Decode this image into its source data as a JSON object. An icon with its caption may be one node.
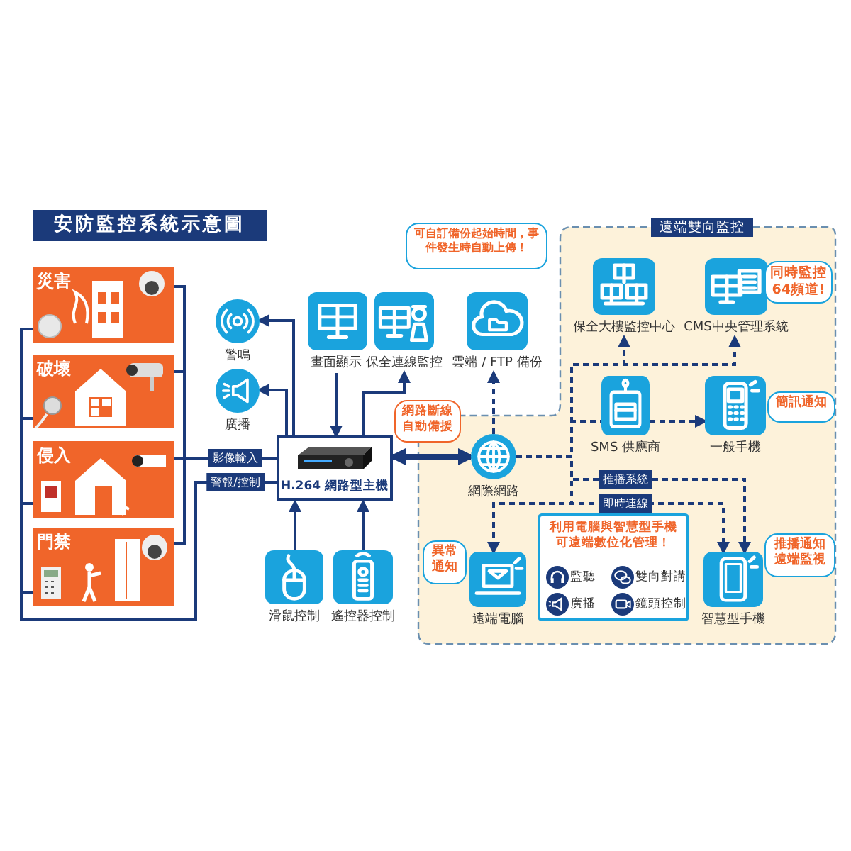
{
  "diagram": {
    "title": "安防監控系統示意圖",
    "nodes": [
      {
        "text": [
          "災害"
        ]
      },
      {
        "text": [
          "破壞"
        ]
      },
      {
        "text": [
          "侵入"
        ]
      },
      {
        "text": [
          "門禁"
        ]
      },
      {
        "text": [
          "警鳴"
        ]
      },
      {
        "text": [
          "廣播"
        ]
      },
      {
        "text": [
          "H.264 網路型主機"
        ]
      },
      {
        "text": [
          "畫面顯示"
        ]
      },
      {
        "text": [
          "保全連線監控"
        ]
      },
      {
        "text": [
          "可自訂備份起始時間，事件發生時自動上傳！"
        ]
      },
      {
        "text": [
          "雲端 / FTP 備份"
        ]
      },
      {
        "text": [
          "網路斷線自動備援"
        ]
      },
      {
        "text": [
          "遠端雙向監控"
        ]
      },
      {
        "text": [
          "網際網路"
        ],
        "in": 12
      },
      {
        "text": [
          "保全大樓監控中心"
        ],
        "in": 12
      },
      {
        "text": [
          "CMS中央管理系統"
        ],
        "in": 12
      },
      {
        "text": [
          "同時監控64頻道!"
        ],
        "in": 12
      },
      {
        "text": [
          "SMS 供應商"
        ],
        "in": 12
      },
      {
        "text": [
          "一般手機"
        ],
        "in": 12
      },
      {
        "text": [
          "簡訊通知"
        ],
        "in": 12
      },
      {
        "text": [
          "異常通知"
        ],
        "in": 12
      },
      {
        "text": [
          "遠端電腦"
        ],
        "in": 12
      },
      {
        "text": [
          "利用電腦與智慧型手機可遠端數位化管理！",
          "監聽",
          "雙向對講",
          "廣播",
          "鏡頭控制"
        ],
        "in": 12
      },
      {
        "text": [
          "智慧型手機"
        ],
        "in": 12
      },
      {
        "text": [
          "推播通知遠端監視"
        ],
        "in": 12
      },
      {
        "text": [
          "滑鼠控制"
        ]
      },
      {
        "text": [
          "遙控器控制"
        ]
      }
    ],
    "edges": [
      {
        "from": 0,
        "to": 6,
        "arrow": "none"
      },
      {
        "from": 1,
        "to": 6,
        "arrow": "none"
      },
      {
        "from": 2,
        "to": 6,
        "arrow": "none",
        "label": "影像輸入"
      },
      {
        "from": 3,
        "to": 6,
        "arrow": "none"
      },
      {
        "from": 0,
        "to": 6,
        "arrow": "none"
      },
      {
        "from": 1,
        "to": 6,
        "arrow": "none"
      },
      {
        "from": 2,
        "to": 6,
        "arrow": "none"
      },
      {
        "from": 3,
        "to": 6,
        "arrow": "none",
        "label": "警報/控制"
      },
      {
        "from": 6,
        "to": 4,
        "arrow": "to"
      },
      {
        "from": 6,
        "to": 5,
        "arrow": "to"
      },
      {
        "from": 7,
        "to": 6,
        "arrow": "to"
      },
      {
        "from": 6,
        "to": 8,
        "arrow": "to"
      },
      {
        "from": 6,
        "to": 13,
        "arrow": "both",
        "style": "thick"
      },
      {
        "from": 13,
        "to": 10,
        "arrow": "to",
        "style": "dashed"
      },
      {
        "from": 13,
        "to": 14,
        "arrow": "to",
        "style": "dashed"
      },
      {
        "from": 13,
        "to": 15,
        "arrow": "to",
        "style": "dashed"
      },
      {
        "from": 13,
        "to": 17,
        "arrow": "none",
        "style": "dashed"
      },
      {
        "from": 17,
        "to": 18,
        "arrow": "to",
        "style": "dashed"
      },
      {
        "from": 13,
        "to": 23,
        "arrow": "to",
        "style": "dashed",
        "label": "推播系統"
      },
      {
        "from": 13,
        "to": 21,
        "arrow": "to",
        "style": "dashed"
      },
      {
        "from": 13,
        "to": 23,
        "arrow": "to",
        "style": "dashed",
        "label": "即時連線"
      },
      {
        "from": 25,
        "to": 6,
        "arrow": "to"
      },
      {
        "from": 26,
        "to": 6,
        "arrow": "to"
      }
    ]
  }
}
